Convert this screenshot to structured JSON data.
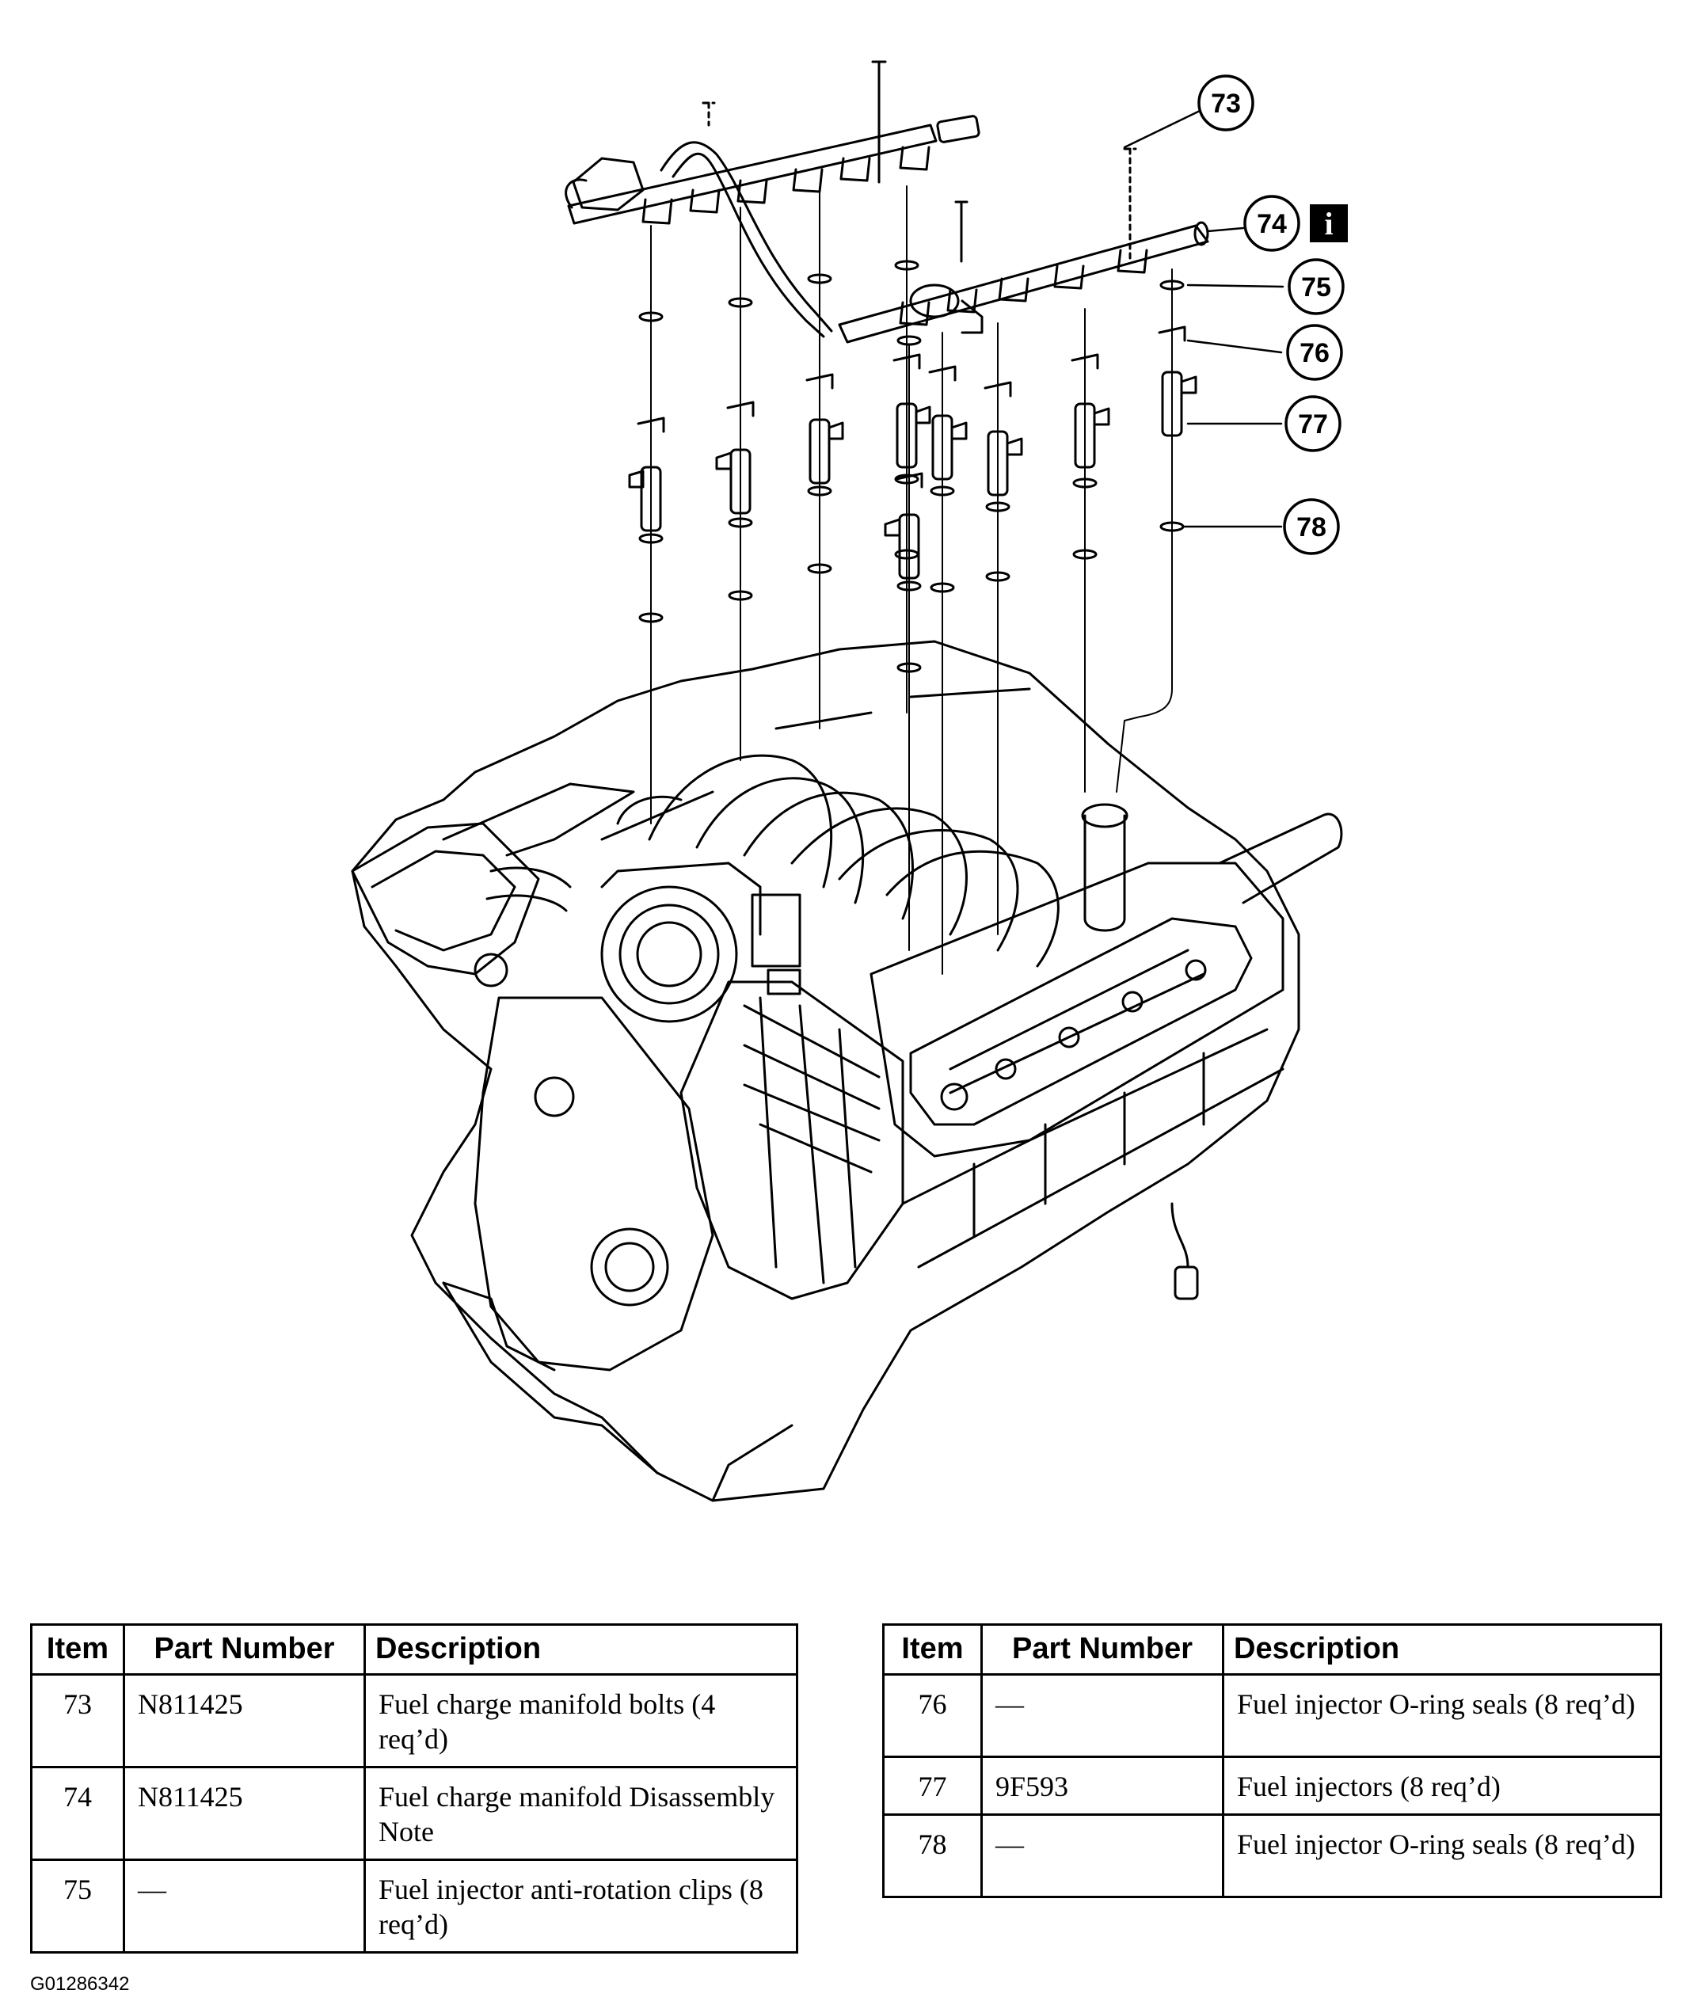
{
  "callouts": [
    "73",
    "74",
    "75",
    "76",
    "77",
    "78"
  ],
  "info_glyph": "i",
  "table_headers": {
    "item": "Item",
    "part_number": "Part Number",
    "description": "Description"
  },
  "parts_left": [
    {
      "item": "73",
      "part": "N811425",
      "desc": "Fuel charge manifold bolts (4 req’d)"
    },
    {
      "item": "74",
      "part": "N811425",
      "desc": "Fuel charge manifold Disassembly Note"
    },
    {
      "item": "75",
      "part": "—",
      "desc": "Fuel injector anti-rotation clips (8 req’d)"
    }
  ],
  "parts_right": [
    {
      "item": "76",
      "part": "—",
      "desc": "Fuel injector O-ring seals (8 req’d)"
    },
    {
      "item": "77",
      "part": "9F593",
      "desc": "Fuel injectors (8 req’d)"
    },
    {
      "item": "78",
      "part": "—",
      "desc": "Fuel injector O-ring seals (8 req’d)"
    }
  ],
  "figure_id": "G01286342"
}
